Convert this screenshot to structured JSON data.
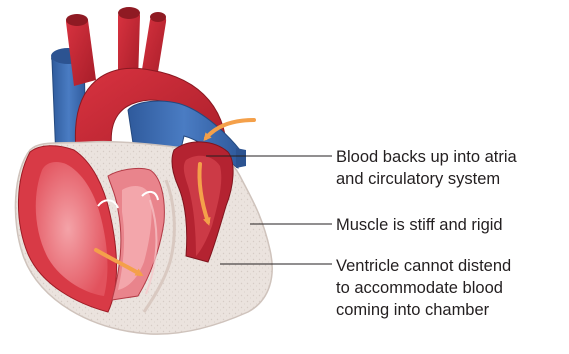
{
  "labels": {
    "atria_backup": [
      "Blood backs up into atria",
      "and circulatory system"
    ],
    "muscle_stiff": [
      "Muscle is stiff and rigid"
    ],
    "ventricle": [
      "Ventricle cannot distend",
      "to accommodate blood",
      "coming into chamber"
    ]
  },
  "colors": {
    "aorta_red": "#c8242f",
    "aorta_dark": "#9e1b25",
    "vein_blue": "#3d6fb6",
    "vein_dark": "#2c5391",
    "chamber_pink": "#e85a63",
    "chamber_light": "#f39aa0",
    "inner_dark": "#a8222e",
    "myocardium": "#e9e1dc",
    "arrow_orange": "#f4a04a",
    "leader_line": "#231f20"
  },
  "icons": {
    "arrows": [
      "arrow-into-atrium",
      "arrow-down-ventricle",
      "arrow-into-left-chamber"
    ]
  }
}
